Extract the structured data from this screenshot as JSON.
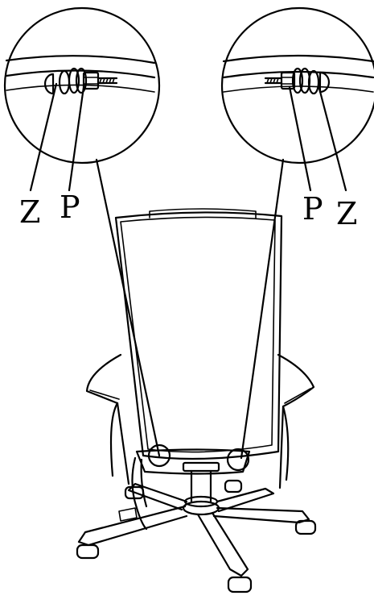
{
  "labels": {
    "left_z": "Z",
    "left_p": "P",
    "right_p": "P",
    "right_z": "Z"
  }
}
